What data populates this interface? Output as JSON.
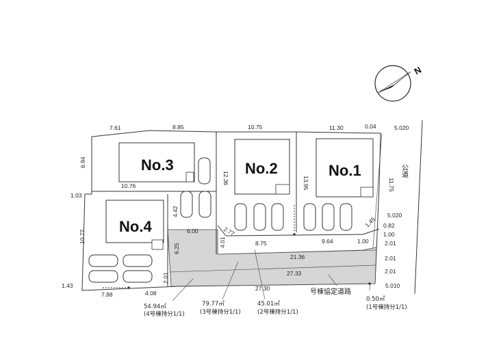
{
  "lots": [
    {
      "label": "No.3"
    },
    {
      "label": "No.2"
    },
    {
      "label": "No.1"
    },
    {
      "label": "No.4"
    }
  ],
  "public_road": {
    "label": "公道"
  },
  "private_road": {
    "label": "号棟協定道路"
  },
  "compass": {
    "north": "N"
  },
  "dimensions": {
    "d_7_61": "7.61",
    "d_8_85": "8.85",
    "d_10_75": "10.75",
    "d_11_30": "11.30",
    "d_0_04": "0.04",
    "d_5_020_top": "5.020",
    "d_6_94": "6.94",
    "d_11_75": "11.75",
    "d_10_76": "10.76",
    "d_12_36": "12.36",
    "d_13_95": "13.95",
    "d_1_03": "1.03",
    "d_4_42": "4.42",
    "d_5_020_mid": "5.020",
    "d_6_00": "6.00",
    "d_10_72": "10.72",
    "d_2_77": "2.77",
    "d_1_45": "1.45",
    "d_0_82": "0.82",
    "d_1_00_right": "1.00",
    "d_4_01": "4.01",
    "d_8_75": "8.75",
    "d_9_64": "9.64",
    "d_1_00_inner": "1.00",
    "d_2_01_a": "2.01",
    "d_6_25": "6.25",
    "d_21_36": "21.36",
    "d_2_01_b": "2.01",
    "d_27_33": "27.33",
    "d_2_01_c": "2.01",
    "d_2_01_left": "2.01",
    "d_1_43": "1.43",
    "d_5_010": "5.010",
    "d_27_30": "27.30",
    "d_4_08": "4.08",
    "d_7_88": "7.88"
  },
  "shares": [
    {
      "area": "54.94㎡",
      "note": "(4号棟持分1/1)"
    },
    {
      "area": "79.77㎡",
      "note": "(3号棟持分1/1)"
    },
    {
      "area": "45.01㎡",
      "note": "(2号棟持分1/1)"
    },
    {
      "area": "0.50㎡",
      "note": "(1号棟持分1/1)"
    }
  ]
}
